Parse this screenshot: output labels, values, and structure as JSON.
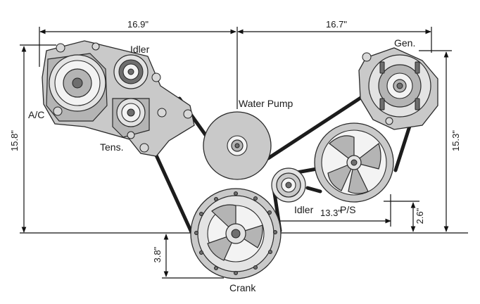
{
  "dimensions": {
    "top_left_width": "16.9\"",
    "top_right_width": "16.7\"",
    "left_height": "15.8\"",
    "right_height": "15.3\"",
    "crank_offset": "3.8\"",
    "ps_offset": "2.6\"",
    "ps_width": "13.3\""
  },
  "components": {
    "idler_top": "Idler",
    "ac": "A/C",
    "tensioner": "Tens.",
    "water_pump": "Water Pump",
    "generator": "Gen.",
    "idler_bottom": "Idler",
    "power_steering": "P/S",
    "crank": "Crank"
  }
}
